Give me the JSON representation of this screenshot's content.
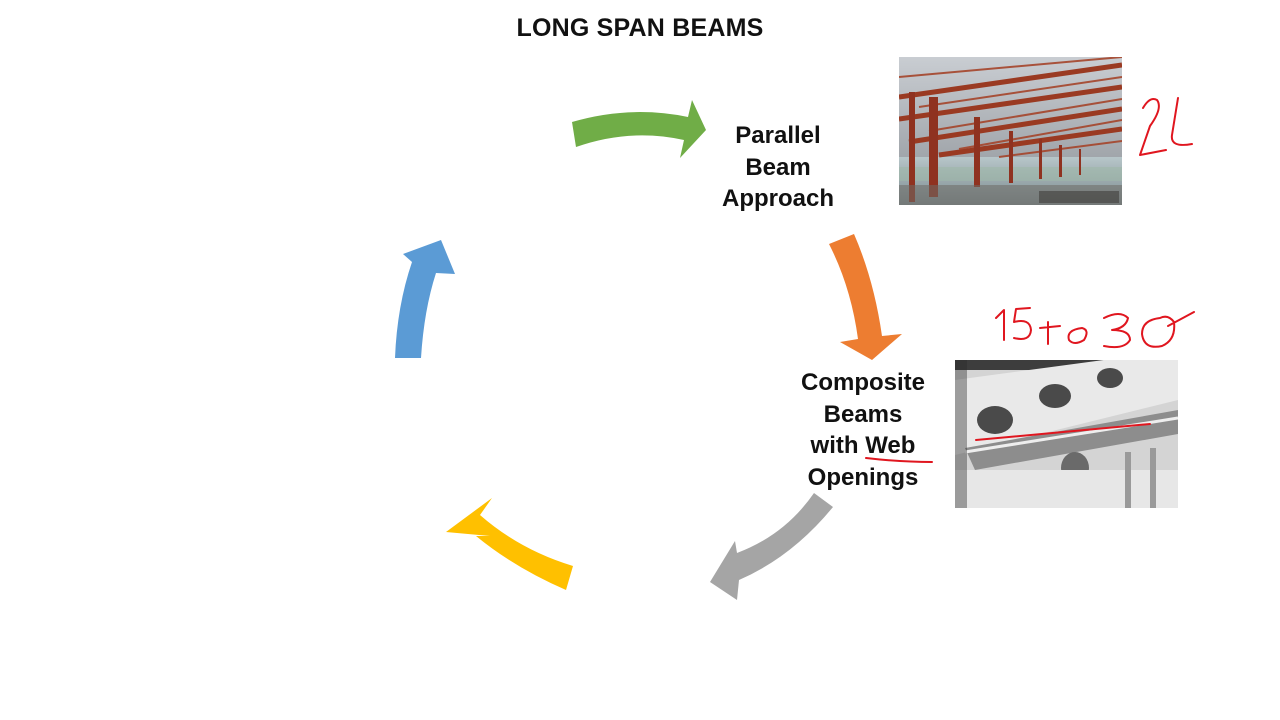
{
  "slide": {
    "title": "LONG SPAN BEAMS"
  },
  "cycle": {
    "arrows": [
      {
        "name": "green",
        "color": "#70ad47"
      },
      {
        "name": "orange",
        "color": "#ed7d31"
      },
      {
        "name": "gray",
        "color": "#a5a5a5"
      },
      {
        "name": "yellow",
        "color": "#ffc000"
      },
      {
        "name": "blue",
        "color": "#5b9bd5"
      }
    ],
    "nodes": [
      {
        "lines": [
          "Parallel",
          "Beam",
          "Approach"
        ]
      },
      {
        "lines": [
          "Composite",
          "Beams",
          "with Web",
          "Openings"
        ]
      }
    ]
  },
  "annotations": {
    "ink_color": "#e0161f",
    "note_parallel": "2L",
    "note_composite": "15 to 30"
  }
}
